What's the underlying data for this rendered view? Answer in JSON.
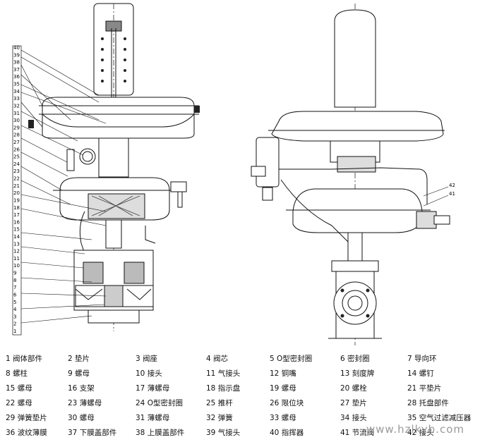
{
  "callouts_left": [
    "40",
    "39",
    "38",
    "37",
    "36",
    "35",
    "34",
    "33",
    "32",
    "31",
    "30",
    "29",
    "28",
    "27",
    "26",
    "25",
    "24",
    "23",
    "22",
    "21",
    "20",
    "19",
    "18",
    "17",
    "16",
    "15",
    "14",
    "13",
    "12",
    "11",
    "10",
    "9",
    "8",
    "7",
    "6",
    "5",
    "4",
    "3",
    "2",
    "1"
  ],
  "callouts_right": [
    "42",
    "41"
  ],
  "parts_list": [
    [
      "1 阀体部件",
      "2 垫片",
      "3 阀座",
      "4 阀芯",
      "5 O型密封圈",
      "6 密封圈",
      "7 导向环"
    ],
    [
      "8 螺柱",
      "9 螺母",
      "10 接头",
      "11 气接头",
      "12 铜嘴",
      "13 刻度牌",
      "14 螺钉"
    ],
    [
      "15 螺母",
      "16 支架",
      "17 薄螺母",
      "18 指示盘",
      "19 螺母",
      "20 螺栓",
      "21 平垫片"
    ],
    [
      "22 螺母",
      "23 薄螺母",
      "24 O型密封圈",
      "25 推杆",
      "26 限位块",
      "27 垫片",
      "28 托盘部件"
    ],
    [
      "29 弹簧垫片",
      "30 螺母",
      "31 薄螺母",
      "32 弹簧",
      "33 螺母",
      "34 接头",
      "35 空气过滤减压器"
    ],
    [
      "36 波纹薄膜",
      "37 下膜盖部件",
      "38 上膜盖部件",
      "39 气接头",
      "40 指挥器",
      "41 节流阀",
      "42 接头"
    ]
  ],
  "watermark": "www.hzlkyb.com"
}
